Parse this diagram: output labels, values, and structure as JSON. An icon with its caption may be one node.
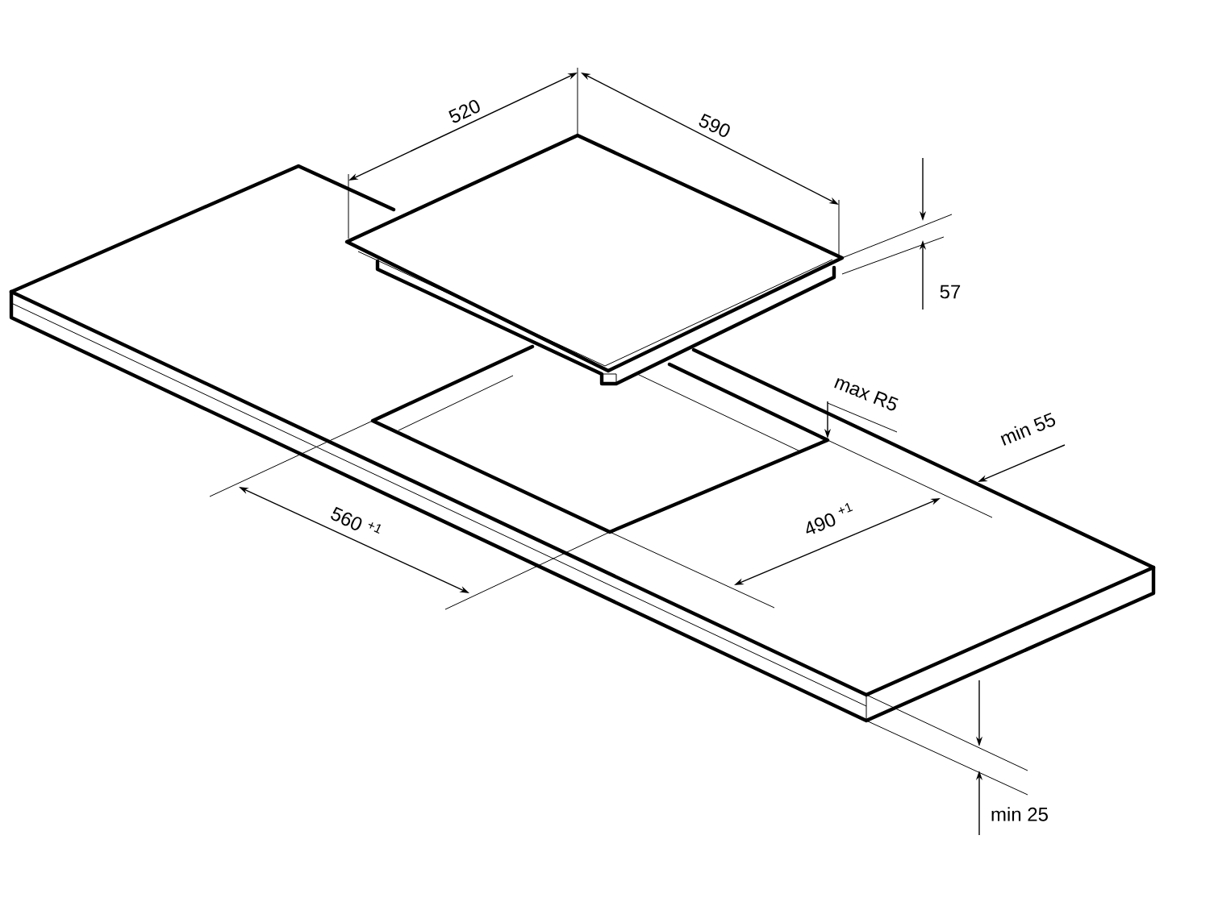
{
  "diagram": {
    "labels": [
      "520",
      "590",
      "57",
      "max R5",
      "min 55",
      "560 $^{+1}$",
      "490 $^{+1}$",
      "min 25"
    ]
  }
}
